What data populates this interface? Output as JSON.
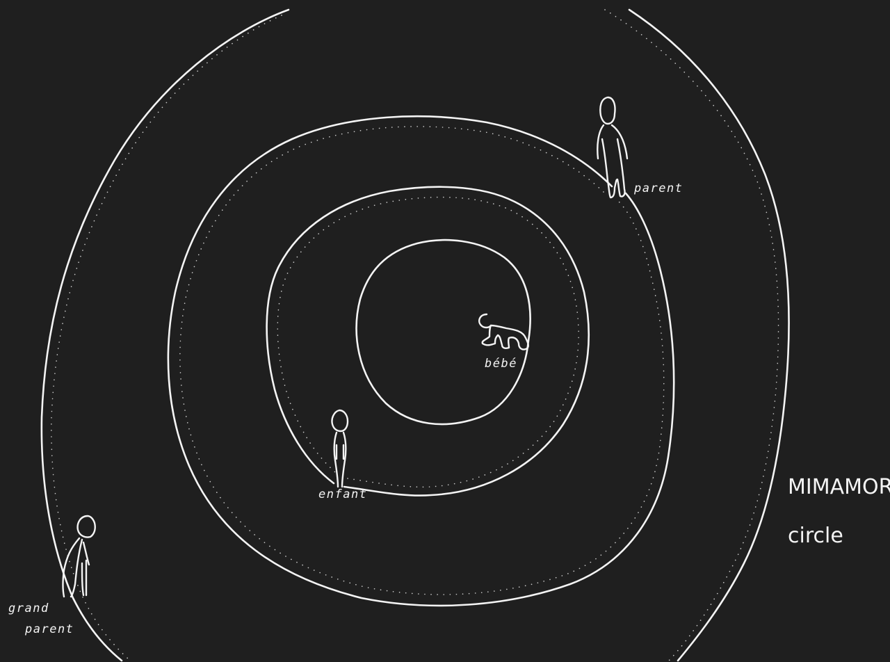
{
  "diagram": {
    "title_line1": "MIMAMORU",
    "title_line2": "circle",
    "labels": {
      "bebe": "bébé",
      "enfant": "enfant",
      "parent": "parent",
      "grand_line1": "grand",
      "grand_line2": "parent"
    }
  },
  "colors": {
    "background": "#1f1f1f",
    "stroke": "#f4f4f4"
  }
}
